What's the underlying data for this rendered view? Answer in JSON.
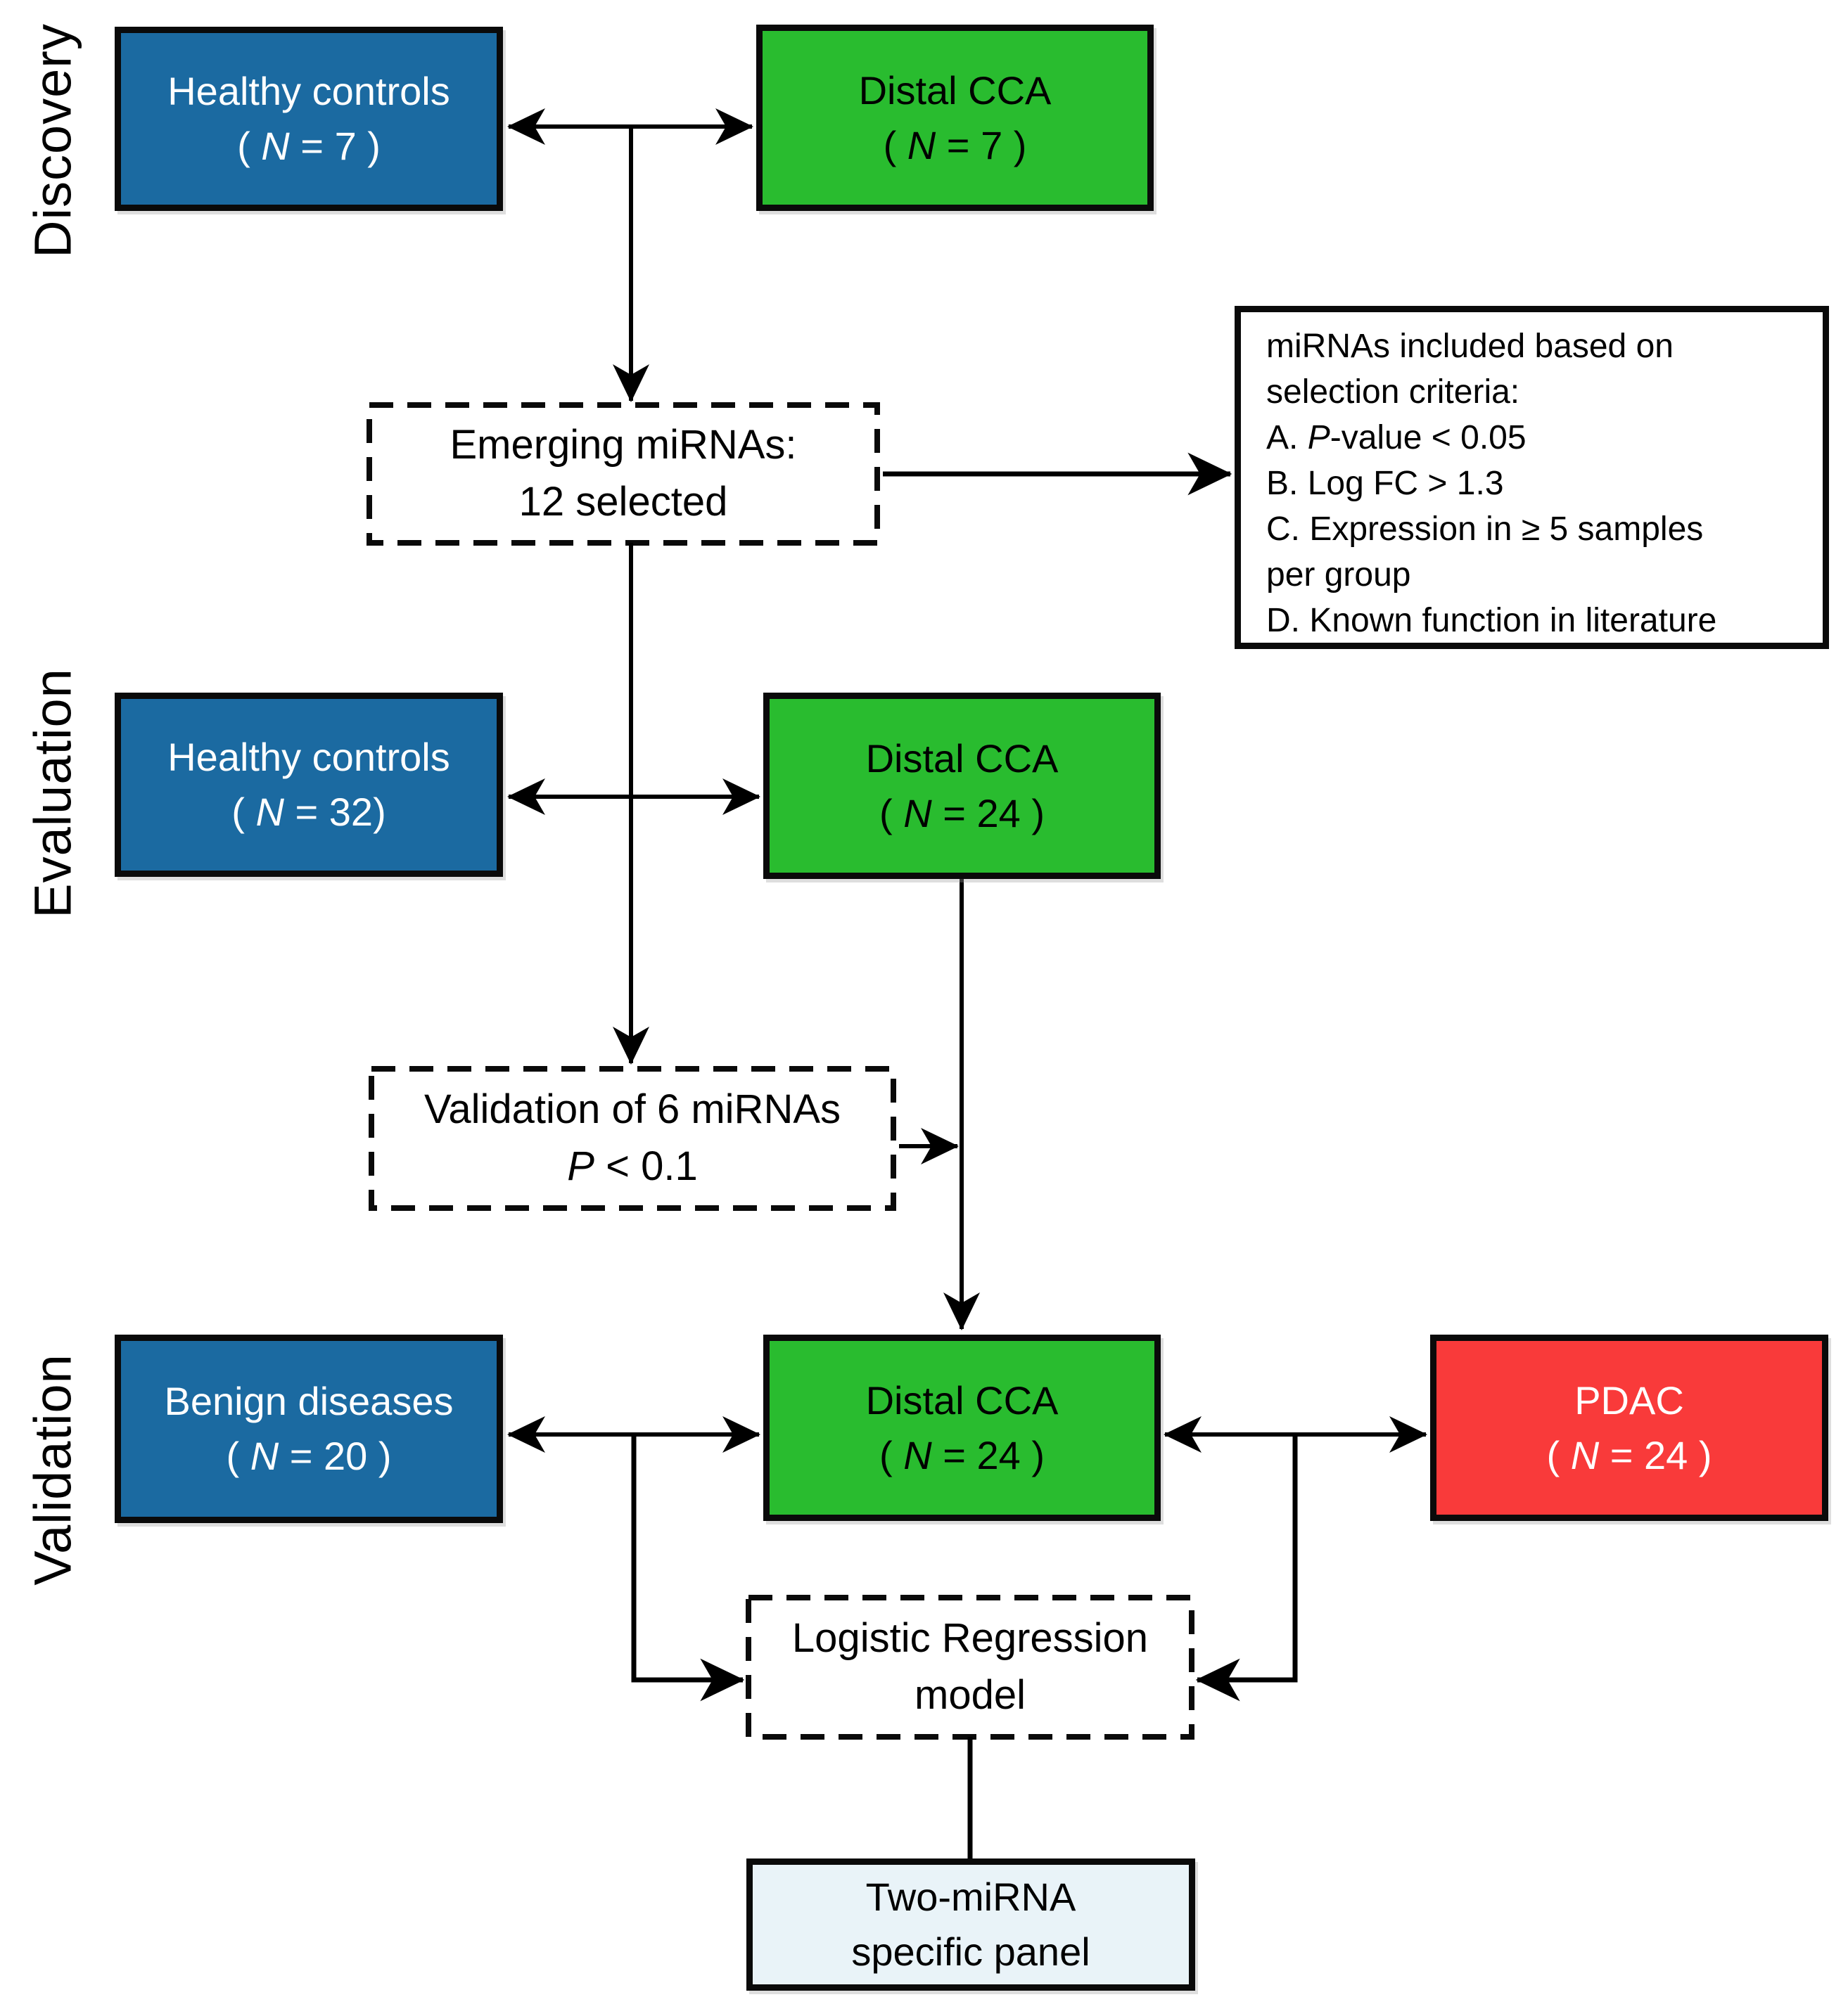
{
  "colors": {
    "blue": "#1b6aa1",
    "green": "#29bc2f",
    "red": "#f93a3a",
    "panel": "#e9f3f8",
    "line": "#000000"
  },
  "labels": {
    "discovery": "Discovery",
    "evaluation": "Evaluation",
    "validation": "Validation"
  },
  "boxes": {
    "discovery_controls": {
      "title": "Healthy controls",
      "n_open": "( ",
      "n_var": "N",
      "n_rest": " = 7 )"
    },
    "discovery_cca": {
      "title": "Distal CCA",
      "n_open": "( ",
      "n_var": "N",
      "n_rest": " = 7 )"
    },
    "emerging": {
      "line1": "Emerging miRNAs:",
      "line2": "12 selected"
    },
    "eval_controls": {
      "title": "Healthy controls",
      "n_open": "( ",
      "n_var": "N",
      "n_rest": " = 32)"
    },
    "eval_cca": {
      "title": "Distal CCA",
      "n_open": "( ",
      "n_var": "N",
      "n_rest": " = 24 )"
    },
    "validation6": {
      "line1": "Validation of 6 miRNAs",
      "p_var": "P",
      "p_rest": " < 0.1"
    },
    "val_benign": {
      "title": "Benign diseases",
      "n_open": "( ",
      "n_var": "N",
      "n_rest": " = 20 )"
    },
    "val_cca": {
      "title": "Distal CCA",
      "n_open": "( ",
      "n_var": "N",
      "n_rest": " = 24 )"
    },
    "val_pdac": {
      "title": "PDAC",
      "n_open": "( ",
      "n_var": "N",
      "n_rest": " = 24 )"
    },
    "logistic": {
      "line1": "Logistic Regression",
      "line2": "model"
    },
    "panel": {
      "line1": "Two-miRNA",
      "line2": "specific panel"
    }
  },
  "criteria": {
    "lines": [
      {
        "pre": "miRNAs included based on",
        "it": "",
        "post": ""
      },
      {
        "pre": "selection criteria:",
        "it": "",
        "post": ""
      },
      {
        "pre": "A. ",
        "it": "P",
        "post": "-value < 0.05"
      },
      {
        "pre": "B. Log FC > 1.3",
        "it": "",
        "post": ""
      },
      {
        "pre": "C. Expression in ≥ 5 samples",
        "it": "",
        "post": ""
      },
      {
        "pre": "per group",
        "it": "",
        "post": ""
      },
      {
        "pre": "D. Known function in literature",
        "it": "",
        "post": ""
      }
    ]
  }
}
